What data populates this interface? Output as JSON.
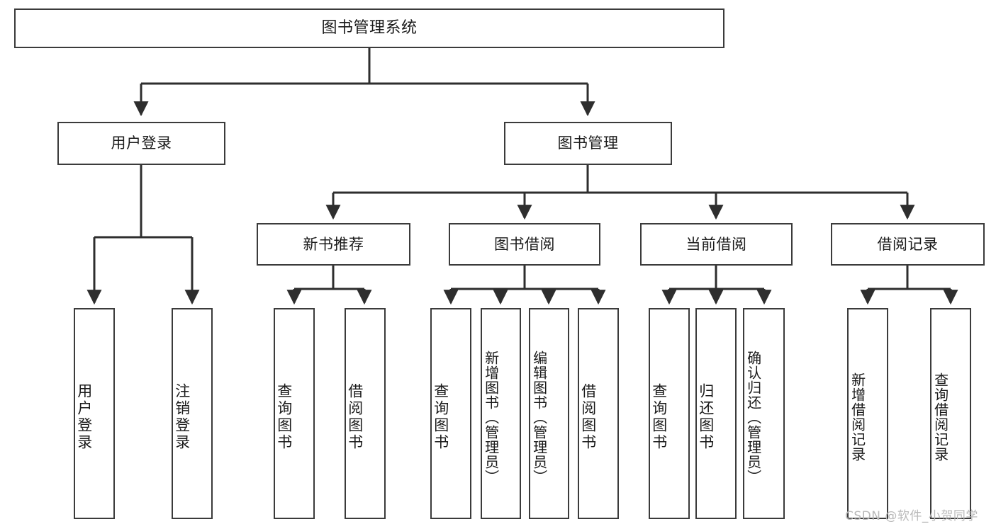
{
  "diagram": {
    "title_node": {
      "label": "图书管理系统"
    },
    "level1": [
      {
        "id": "user-login",
        "label": "用户登录"
      },
      {
        "id": "book-manage",
        "label": "图书管理"
      }
    ],
    "level2": [
      {
        "id": "new-book-recommend",
        "label": "新书推荐"
      },
      {
        "id": "book-borrow",
        "label": "图书借阅"
      },
      {
        "id": "current-borrow",
        "label": "当前借阅"
      },
      {
        "id": "borrow-record",
        "label": "借阅记录"
      }
    ],
    "leaves": {
      "user_login": [
        {
          "id": "leaf-user-login",
          "label": "用户登录"
        },
        {
          "id": "leaf-logout-login",
          "label": "注销登录"
        }
      ],
      "new_book_recommend": [
        {
          "id": "leaf-query-book-1",
          "label": "查询图书"
        },
        {
          "id": "leaf-borrow-book-1",
          "label": "借阅图书"
        }
      ],
      "book_borrow": [
        {
          "id": "leaf-query-book-2",
          "label": "查询图书"
        },
        {
          "id": "leaf-add-book",
          "label": "新增图书（管理员）"
        },
        {
          "id": "leaf-edit-book",
          "label": "编辑图书（管理员）"
        },
        {
          "id": "leaf-borrow-book-2",
          "label": "借阅图书"
        }
      ],
      "current_borrow": [
        {
          "id": "leaf-query-book-3",
          "label": "查询图书"
        },
        {
          "id": "leaf-return-book",
          "label": "归还图书"
        },
        {
          "id": "leaf-confirm-return",
          "label": "确认归还（管理员）"
        }
      ],
      "borrow_record": [
        {
          "id": "leaf-add-borrow-record",
          "label": "新增借阅记录"
        },
        {
          "id": "leaf-query-borrow-record",
          "label": "查询借阅记录"
        }
      ]
    },
    "watermark": "CSDN @软件_小贺同学",
    "colors": {
      "stroke": "#3b3b3b",
      "background": "#ffffff",
      "text": "#1a1a1a",
      "watermark": "#b9b9b9"
    }
  }
}
